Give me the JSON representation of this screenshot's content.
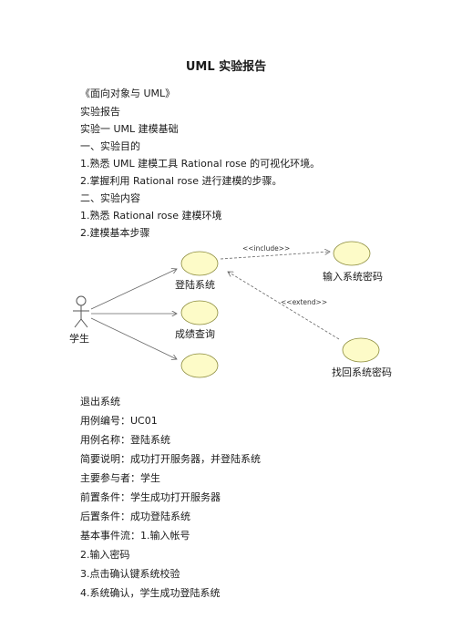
{
  "doc": {
    "title": "UML 实验报告",
    "lines_top": [
      "《面向对象与 UML》",
      "实验报告",
      "实验一 UML 建模基础",
      "一、实验目的",
      "1.熟悉 UML 建模工具 Rational rose 的可视化环境。",
      "2.掌握利用 Rational rose 进行建模的步骤。",
      "二、实验内容",
      "1.熟悉 Rational rose 建模环境",
      "2.建模基本步骤"
    ],
    "lines_bottom": [
      "退出系统",
      "用例编号：UC01",
      "用例名称：登陆系统",
      "简要说明：成功打开服务器，并登陆系统",
      "主要参与者：学生",
      "前置条件：学生成功打开服务器",
      "后置条件：成功登陆系统",
      "基本事件流：1.输入帐号",
      "2.输入密码",
      "3.点击确认键系统校验",
      "4.系统确认，学生成功登陆系统"
    ]
  },
  "diagram": {
    "actor": "学生",
    "use_cases": {
      "login": "登陆系统",
      "grades": "成绩查询",
      "logout": "",
      "enter_password": "输入系统密码",
      "recover_password": "找回系统密码"
    },
    "relations": {
      "include": "<<include>>",
      "extend": "<<extend>>"
    },
    "colors": {
      "usecase_fill": "#fdfbc8",
      "usecase_stroke": "#8a8a3a",
      "line": "#666666"
    }
  }
}
